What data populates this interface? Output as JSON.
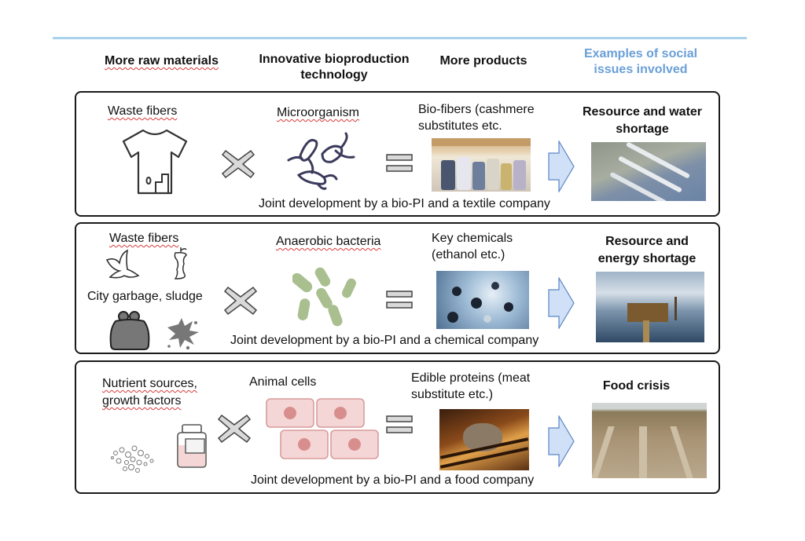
{
  "headers": {
    "raw_materials": "More raw materials",
    "technology": "Innovative bioproduction technology",
    "products": "More products",
    "social_issues": "Examples of social issues involved"
  },
  "colors": {
    "top_line": "#a9d3ec",
    "social_header": "#6a9fd8",
    "arrow_fill": "#cfe0f7",
    "arrow_stroke": "#5b86c4",
    "cell_fill": "#f4d6d6",
    "cell_nucleus": "#d98e8e",
    "bacteria": "#a9bf8f"
  },
  "rows": [
    {
      "input_label": "Waste fibers",
      "input_icon": "t-shirt-icon",
      "operator_1": "multiply",
      "tech_label": "Microorganism",
      "tech_icon": "microorganism-icon",
      "operator_2": "equals",
      "product_label": "Bio-fibers (cashmere substitutes etc.",
      "product_image": "thread-spools-photo",
      "issue": "Resource and water shortage",
      "issue_image": "storage-tanks-photo",
      "joint": "Joint development by a bio-PI and a textile company"
    },
    {
      "input_label": "Waste fibers",
      "input_label_2": "City garbage, sludge",
      "input_icons": [
        "banana-peel-icon",
        "apple-core-icon",
        "garbage-bag-icon",
        "sludge-splat-icon"
      ],
      "operator_1": "multiply",
      "tech_label": "Anaerobic bacteria",
      "tech_icon": "bacteria-icon",
      "operator_2": "equals",
      "product_label": "Key chemicals (ethanol etc.)",
      "product_image": "molecules-photo",
      "issue": "Resource and energy shortage",
      "issue_image": "oil-platform-photo",
      "joint": "Joint development by a bio-PI and a chemical company"
    },
    {
      "input_label": "Nutrient sources, growth factors",
      "input_icons": [
        "bubbles-icon",
        "medium-bottle-icon"
      ],
      "operator_1": "multiply",
      "tech_label": "Animal cells",
      "tech_icon": "animal-cells-icon",
      "operator_2": "equals",
      "product_label": "Edible proteins (meat substitute etc.)",
      "product_image": "grilled-meat-photo",
      "issue": "Food crisis",
      "issue_image": "dry-field-photo",
      "joint": "Joint development by a bio-PI and a food company"
    }
  ]
}
